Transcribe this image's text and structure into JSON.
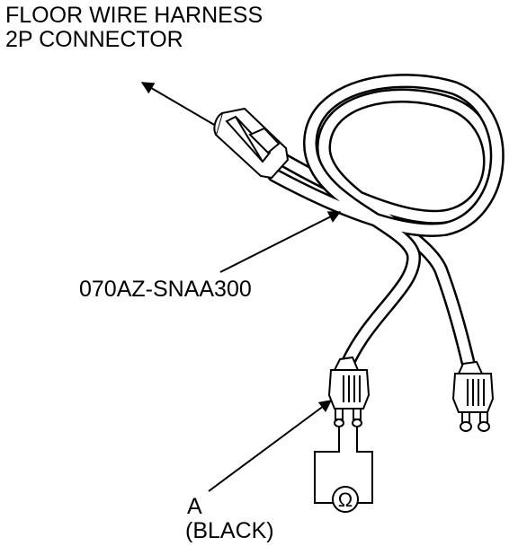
{
  "labels": {
    "connector_line1": "FLOOR WIRE HARNESS",
    "connector_line2": "2P CONNECTOR",
    "part_number": "070AZ-SNAA300",
    "terminal_letter": "A",
    "terminal_color": "(BLACK)"
  },
  "meter_symbol": "Ω",
  "colors": {
    "ink": "#000000",
    "paper": "#ffffff"
  }
}
